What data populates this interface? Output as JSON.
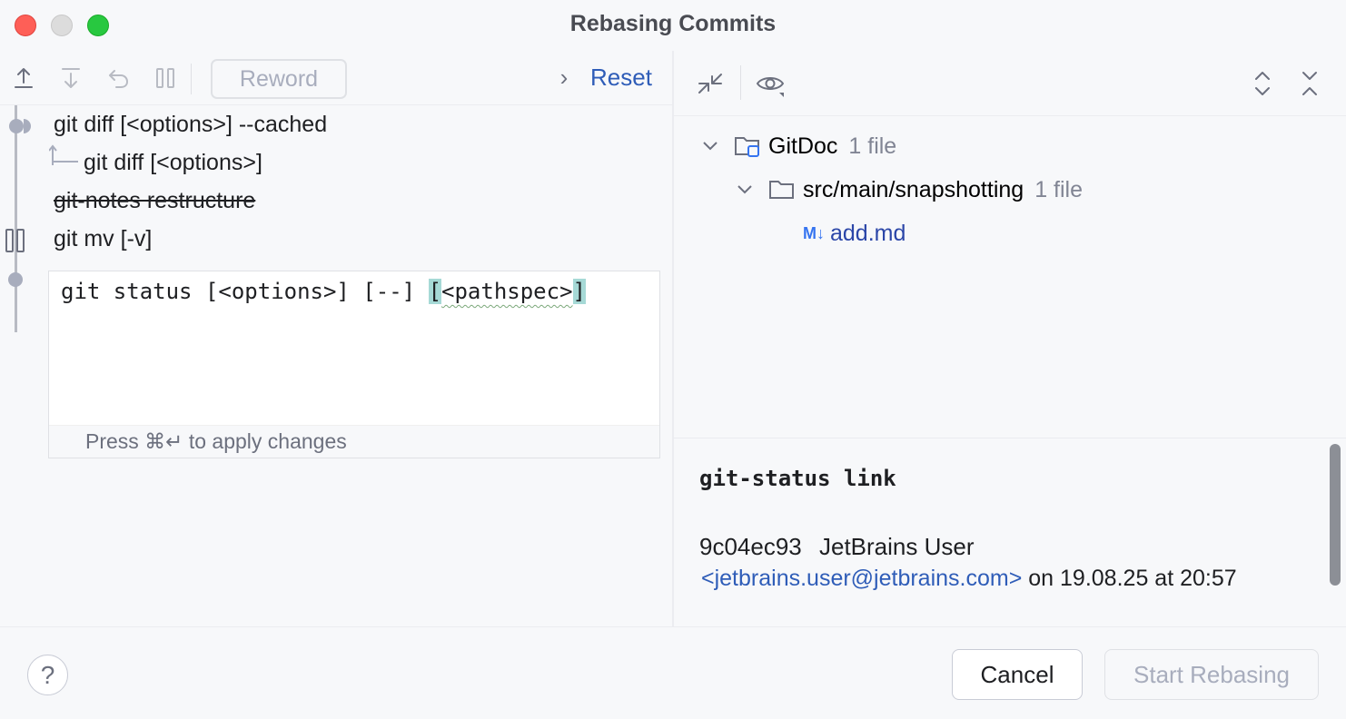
{
  "window": {
    "title": "Rebasing Commits"
  },
  "left_toolbar": {
    "icons": [
      "move-up-icon",
      "move-down-icon",
      "undo-icon",
      "pause-icon"
    ],
    "reword_label": "Reword",
    "reset_label": "Reset"
  },
  "commits": [
    {
      "text": "git diff [<options>] --cached",
      "state": "normal"
    },
    {
      "text": "git diff [<options>]",
      "state": "fixup"
    },
    {
      "text": "git-notes restructure",
      "state": "dropped"
    },
    {
      "text": "git mv [-v]",
      "state": "paused"
    }
  ],
  "editor": {
    "before_highlight": "git status [<options>] [--] ",
    "bracket_open": "[",
    "squiggle_text": "<pathspec>",
    "bracket_close": "]",
    "hint": "Press ⌘↵ to apply changes"
  },
  "right_toolbar": {
    "icons": [
      "collapse-arrows-icon",
      "eye-icon",
      "expand-all-icon",
      "collapse-all-icon"
    ]
  },
  "tree": {
    "root": {
      "name": "GitDoc",
      "count": "1 file"
    },
    "folder": {
      "name": "src/main/snapshotting",
      "count": "1 file"
    },
    "file": {
      "badge": "M↓",
      "name": "add.md"
    }
  },
  "details": {
    "subject": "git-status link",
    "hash": "9c04ec93",
    "author": "JetBrains User",
    "email": "<jetbrains.user@jetbrains.com>",
    "date_text": " on 19.08.25 at 20:57"
  },
  "footer": {
    "help_label": "?",
    "cancel_label": "Cancel",
    "start_label": "Start Rebasing"
  },
  "colors": {
    "accent_link": "#2f5db8",
    "highlight": "#a6d9d6",
    "disabled_text": "#a8adbd"
  }
}
